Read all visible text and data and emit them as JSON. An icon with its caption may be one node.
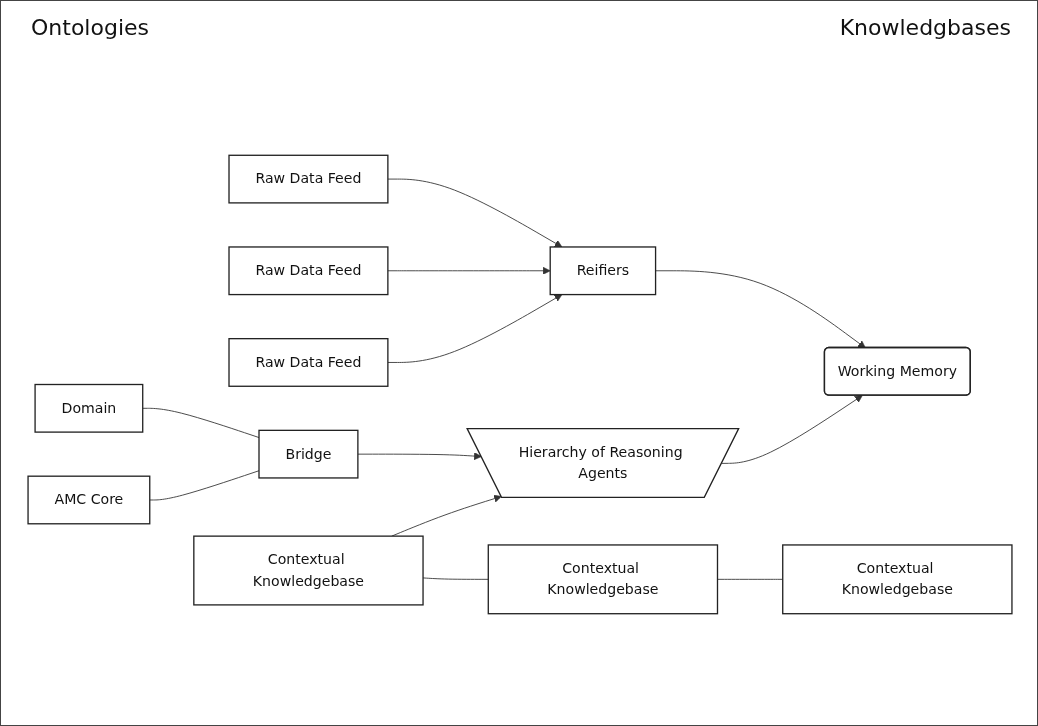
{
  "diagram": {
    "nodes": [
      {
        "text": [
          "Domain"
        ]
      },
      {
        "text": [
          "AMC Core"
        ]
      },
      {
        "text": [
          "Bridge"
        ]
      },
      {
        "text": [
          "Hierarchy of Reasoning Agents"
        ]
      },
      {
        "text": [
          "Contextual Knowledgebase"
        ]
      },
      {
        "text": [
          "Contextual Knowledgebase"
        ]
      },
      {
        "text": [
          "Contextual Knowledgebase"
        ]
      },
      {
        "text": [
          "Raw Data Feed"
        ]
      },
      {
        "text": [
          "Raw Data Feed"
        ]
      },
      {
        "text": [
          "Raw Data Feed"
        ]
      },
      {
        "text": [
          "Reifiers"
        ]
      },
      {
        "text": [
          "Working Memory"
        ]
      }
    ],
    "edges": [
      {
        "from": 0,
        "to": 2,
        "arrow": "none"
      },
      {
        "from": 1,
        "to": 2,
        "arrow": "none"
      },
      {
        "from": 2,
        "to": 3,
        "arrow": "to"
      },
      {
        "from": 4,
        "to": 3,
        "arrow": "to"
      },
      {
        "from": 4,
        "to": 5,
        "arrow": "none"
      },
      {
        "from": 5,
        "to": 6,
        "arrow": "none"
      },
      {
        "from": 7,
        "to": 10,
        "arrow": "to"
      },
      {
        "from": 8,
        "to": 10,
        "arrow": "to"
      },
      {
        "from": 9,
        "to": 10,
        "arrow": "to"
      },
      {
        "from": 10,
        "to": 11,
        "arrow": "to"
      },
      {
        "from": 3,
        "to": 11,
        "arrow": "to"
      }
    ],
    "labels": [
      "Ontologies",
      "Knowledgbases"
    ]
  }
}
